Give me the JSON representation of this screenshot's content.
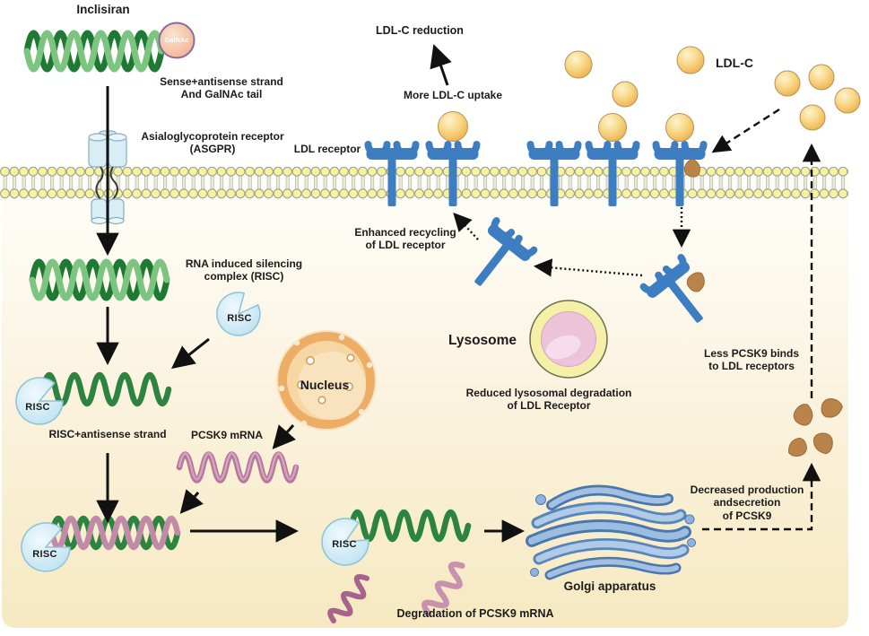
{
  "figure": {
    "title": "Inclisiran",
    "labels": {
      "inclisiran": "Inclisiran",
      "galnac": "GalNAc",
      "sense_strand": "Sense+antisense strand\nAnd GalNAc tail",
      "asgpr": "Asialoglycoprotein receptor\n(ASGPR)",
      "ldl_receptor": "LDL receptor",
      "ldlc_reduction": "LDL-C reduction",
      "more_uptake": "More LDL-C uptake",
      "ldlc": "LDL-C",
      "enhanced_recycling": "Enhanced recycling\nof LDL receptor",
      "risc_complex": "RNA induced silencing\ncomplex (RISC)",
      "risc": "RISC",
      "risc_antisense": "RISC+antisense strand",
      "pcsk9_mrna": "PCSK9 mRNA",
      "nucleus": "Nucleus",
      "lysosome": "Lysosome",
      "reduced_lysosomal": "Reduced lysosomal degradation\nof LDL Receptor",
      "less_pcsk9": "Less PCSK9 binds\nto LDL receptors",
      "decreased_production": "Decreased production\nandsecretion\nof PCSK9",
      "golgi": "Golgi apparatus",
      "degradation": "Degradation of PCSK9 mRNA"
    },
    "colors": {
      "sirna_green_dark": "#1e7a33",
      "sirna_green_light": "#7cc480",
      "mrna_pink": "#b5769a",
      "receptor_blue": "#3d7ec2",
      "ldl_yellow": "#f6cf6f",
      "membrane_yellow": "#f6f2a0",
      "risc_blue": "#cdeaf6",
      "nucleus_orange": "#eead64",
      "lysosome_ring": "#f4f1a6",
      "lysosome_pink": "#ecc3d9",
      "golgi_blue": "#5886bb",
      "pcsk9_brown": "#b9834a",
      "cytoplasm_cream": "#f7eac2",
      "galnac_pink": "#f2b493"
    }
  }
}
